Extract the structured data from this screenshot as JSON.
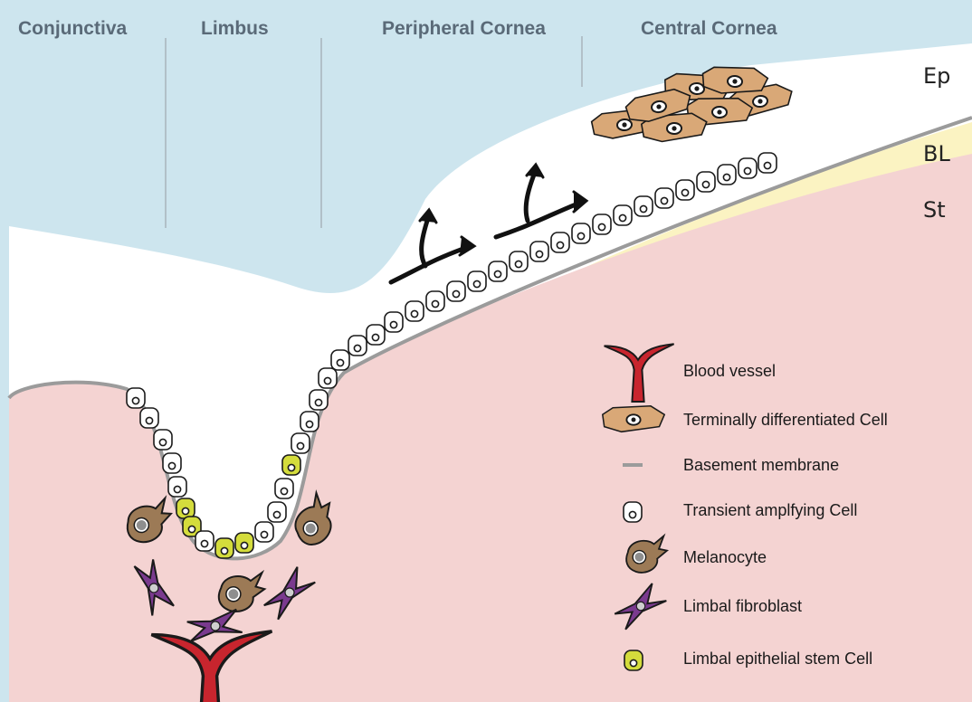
{
  "regions": {
    "conjunctiva": "Conjunctiva",
    "limbus": "Limbus",
    "peripheral_cornea": "Peripheral Cornea",
    "central_cornea": "Central Cornea"
  },
  "layers": {
    "epithelium": "Ep",
    "bowman_layer": "BL",
    "stroma": "St"
  },
  "legend": {
    "blood_vessel": "Blood vessel",
    "terminally_differentiated": "Terminally differentiated Cell",
    "basement_membrane": "Basement membrane",
    "transient_amplifying": "Transient amplfying Cell",
    "melanocyte": "Melanocyte",
    "limbal_fibroblast": "Limbal fibroblast",
    "limbal_stem_cell": "Limbal epithelial stem Cell"
  },
  "colors": {
    "tear_film": "#cde5ee",
    "epithelium": "#ffffff",
    "bowman_layer": "#fbf3c2",
    "stroma": "#f4d3d2",
    "basement_membrane": "#9b9b9b",
    "terminal_cell": "#d9a877",
    "stem_cell": "#d4dc3c",
    "melanocyte": "#9c7a56",
    "fibroblast": "#7a3a8e",
    "blood_vessel": "#c8252e",
    "divider": "#a8b4bc"
  },
  "icons": {
    "differentiation_arrows": "branching-arrow-icon"
  }
}
